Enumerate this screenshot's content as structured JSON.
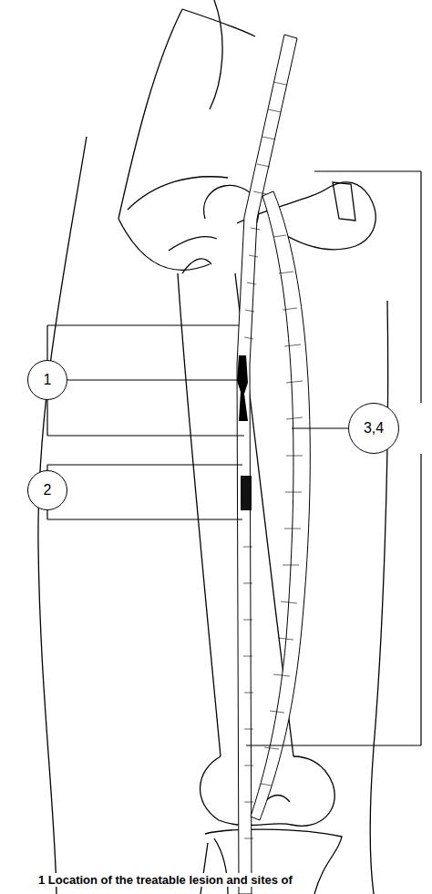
{
  "diagram": {
    "caption": "1 Location of the treatable lesion and sites of",
    "nodes": [
      {
        "text": [
          "1"
        ]
      },
      {
        "text": [
          "2"
        ]
      },
      {
        "text": [
          "3,4"
        ]
      }
    ],
    "labels": []
  }
}
